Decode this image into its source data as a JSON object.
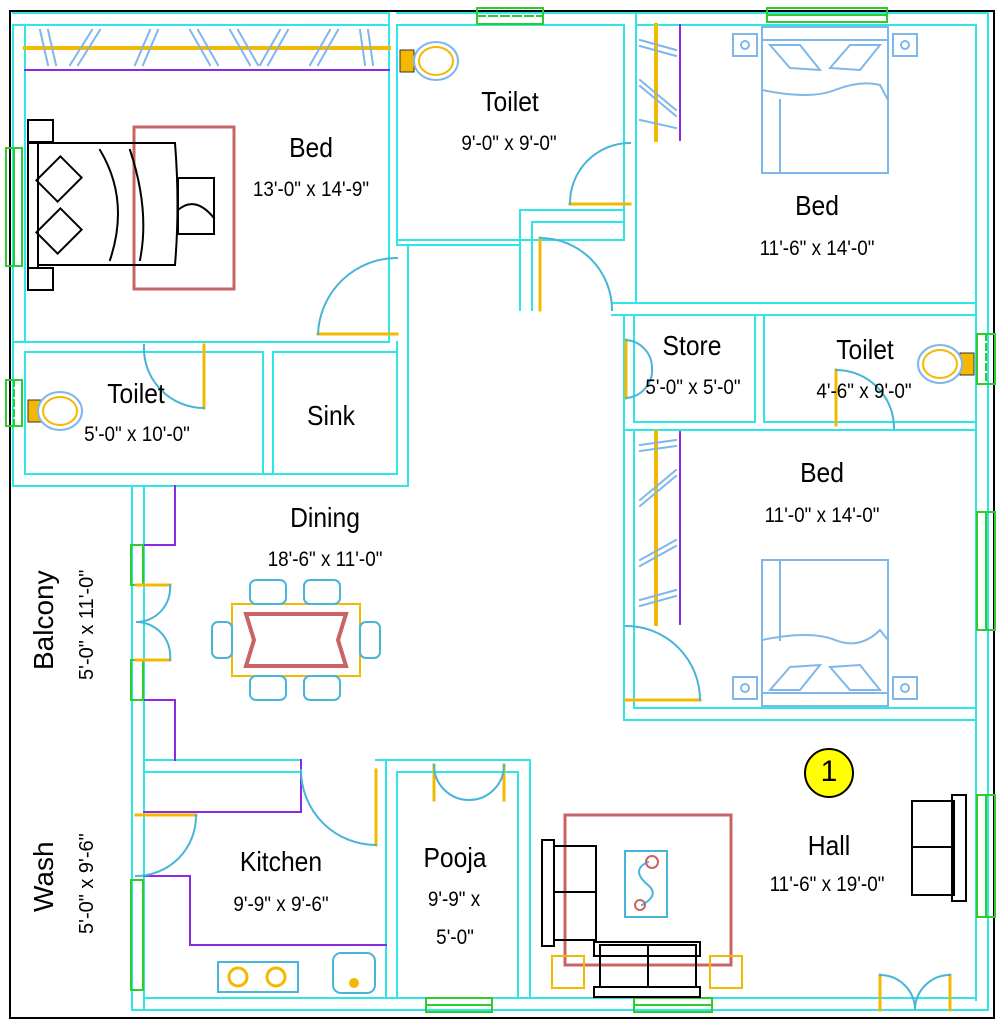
{
  "plan": {
    "rooms": {
      "bed_master": {
        "name": "Bed",
        "size": "13'-0\" x 14'-9\""
      },
      "toilet_top": {
        "name": "Toilet",
        "size": "9'-0\" x 9'-0\""
      },
      "bed_top_right": {
        "name": "Bed",
        "size": "11'-6\" x 14'-0\""
      },
      "toilet_left": {
        "name": "Toilet",
        "size": "5'-0\" x 10'-0\""
      },
      "sink": {
        "name": "Sink"
      },
      "store": {
        "name": "Store",
        "size": "5'-0\" x 5'-0\""
      },
      "toilet_right": {
        "name": "Toilet",
        "size": "4'-6\" x 9'-0\""
      },
      "dining": {
        "name": "Dining",
        "size": "18'-6\" x 11'-0\""
      },
      "bed_right": {
        "name": "Bed",
        "size": "11'-0\" x 14'-0\""
      },
      "balcony": {
        "name": "Balcony",
        "size": "5'-0\" x 11'-0\""
      },
      "wash": {
        "name": "Wash",
        "size": "5'-0\" x 9'-6\""
      },
      "kitchen": {
        "name": "Kitchen",
        "size": "9'-9\" x 9'-6\""
      },
      "pooja": {
        "name": "Pooja",
        "size_line1": "9'-9\" x",
        "size_line2": "5'-0\""
      },
      "hall": {
        "name": "Hall",
        "size": "11'-6\" x 19'-0\""
      }
    },
    "marker": "1",
    "colors": {
      "wall": "#2ee6e6",
      "door": "#f5b800",
      "window": "#2ecc2e",
      "wardrobe": "#8a2be2",
      "furniture": "#7fb7e8",
      "rug": "#c86464",
      "marker": "#ffff00"
    }
  }
}
